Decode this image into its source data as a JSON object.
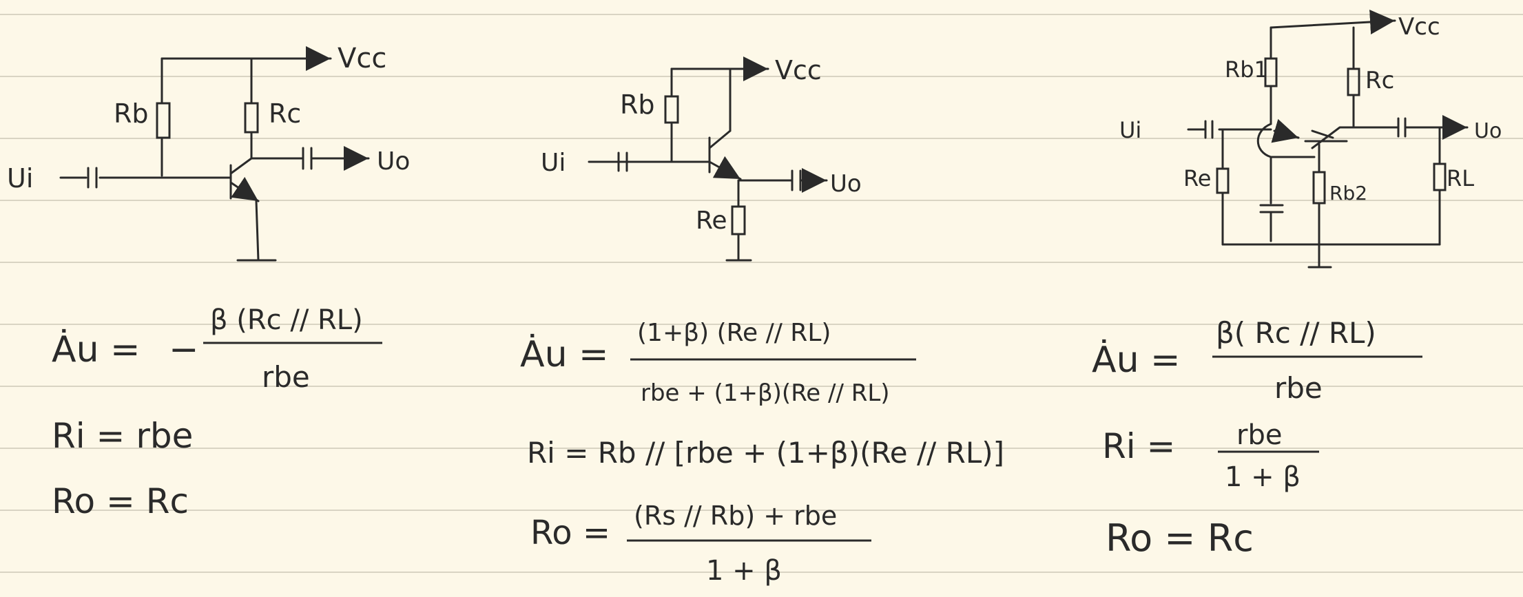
{
  "circuits": [
    {
      "labels": {
        "vcc": "Vcc",
        "rb": "Rb",
        "rc": "Rc",
        "ui": "Ui",
        "uo": "Uo"
      }
    },
    {
      "labels": {
        "vcc": "Vcc",
        "rb": "Rb",
        "re": "Re",
        "ui": "Ui",
        "uo": "Uo"
      }
    },
    {
      "labels": {
        "vcc": "Vcc",
        "rb1": "Rb1",
        "rc": "Rc",
        "ui": "Ui",
        "uo": "Uo",
        "re": "Re",
        "rb2": "Rb2",
        "rl": "RL"
      }
    }
  ],
  "formulas": [
    {
      "au_lhs": "Ȧu =",
      "au_sign": "−",
      "au_num": "β (Rc // RL)",
      "au_den": "rbe",
      "ri": "Ri = rbe",
      "ro": "Ro = Rc"
    },
    {
      "au_lhs": "Ȧu =",
      "au_num": "(1+β) (Re // RL)",
      "au_den": "rbe + (1+β)(Re // RL)",
      "ri": "Ri = Rb // [rbe + (1+β)(Re // RL)]",
      "ro_lhs": "Ro =",
      "ro_num": "(Rs // Rb) + rbe",
      "ro_den": "1 + β"
    },
    {
      "au_lhs": "Ȧu =",
      "au_num": "β( Rc // RL)",
      "au_den": "rbe",
      "ri_lhs": "Ri =",
      "ri_num": "rbe",
      "ri_den": "1 + β",
      "ro": "Ro = Rc"
    }
  ]
}
